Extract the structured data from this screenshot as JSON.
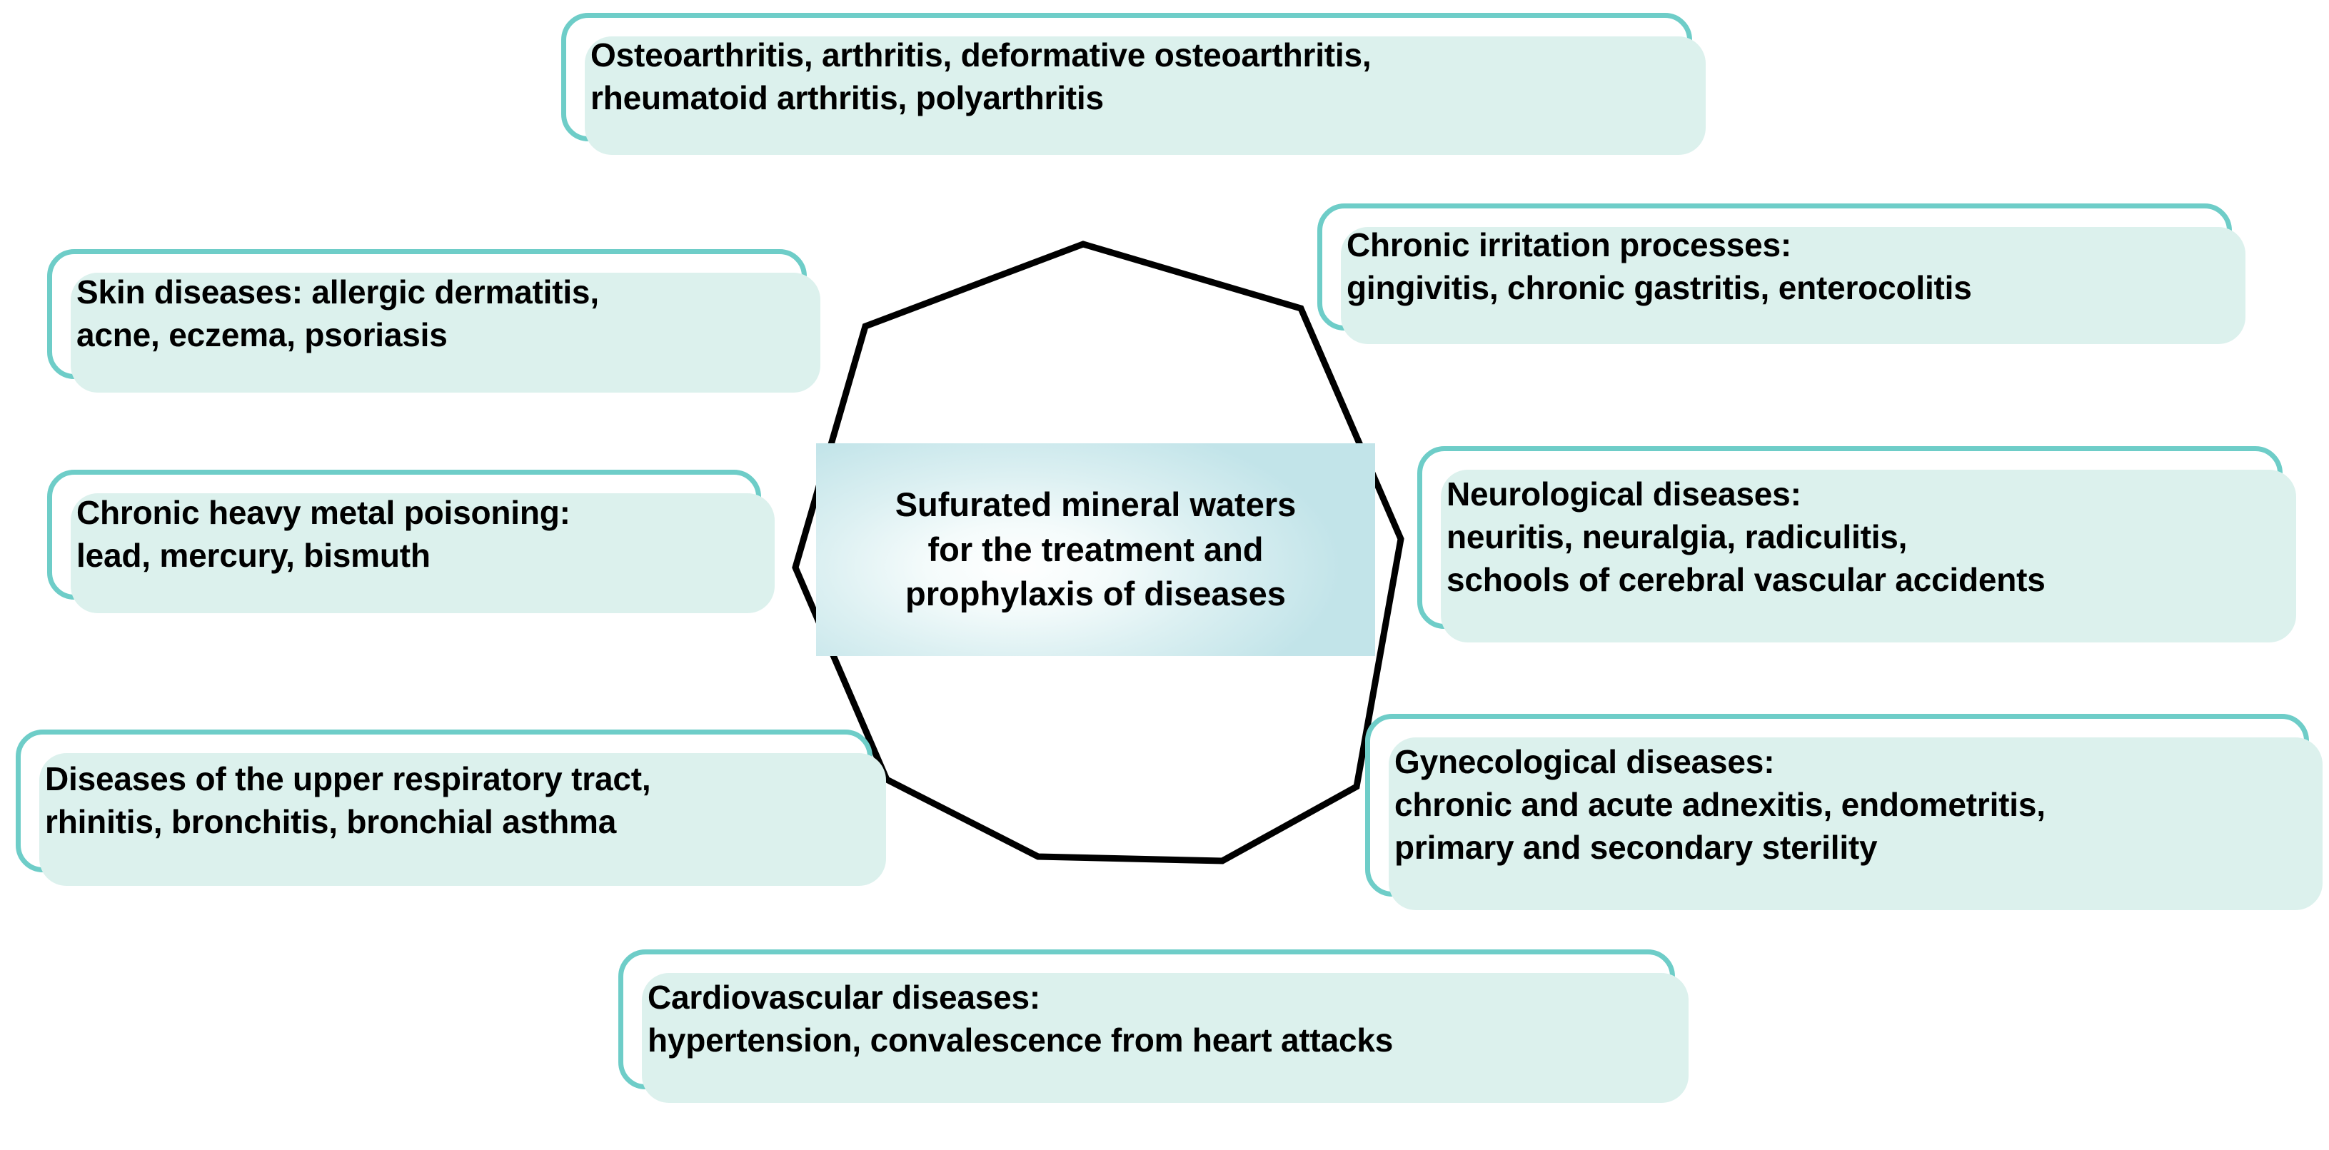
{
  "diagram": {
    "type": "radial-concept-map",
    "center": {
      "name": "center-concept",
      "lines": [
        "Sufurated mineral waters",
        "for the treatment and",
        "prophylaxis of diseases"
      ],
      "shape": "octagon"
    },
    "colors": {
      "border": "#6ecdc8",
      "shadow": "#dcf1ed",
      "center_fill_edge": "#c2e4e9",
      "center_fill_center": "#ffffff",
      "text": "#000000",
      "outline": "#000000",
      "background": "#ffffff"
    },
    "nodes": [
      {
        "id": "osteo",
        "name": "node-osteoarthritis",
        "position": "top",
        "lines": [
          "Osteoarthritis, arthritis, deformative osteoarthritis,",
          "rheumatoid arthritis, polyarthritis"
        ]
      },
      {
        "id": "skin",
        "name": "node-skin-diseases",
        "position": "top-left",
        "lines": [
          "Skin diseases: allergic dermatitis,",
          "acne, eczema, psoriasis"
        ]
      },
      {
        "id": "chronicirr",
        "name": "node-chronic-irritation",
        "position": "top-right",
        "lines": [
          "Chronic irritation processes:",
          "gingivitis, chronic gastritis, enterocolitis"
        ]
      },
      {
        "id": "metal",
        "name": "node-heavy-metal-poisoning",
        "position": "left",
        "lines": [
          "Chronic heavy metal poisoning:",
          "lead, mercury, bismuth"
        ]
      },
      {
        "id": "neuro",
        "name": "node-neurological-diseases",
        "position": "right",
        "lines": [
          "Neurological diseases:",
          "neuritis, neuralgia, radiculitis,",
          "schools of cerebral vascular accidents"
        ]
      },
      {
        "id": "resp",
        "name": "node-respiratory-diseases",
        "position": "bottom-left",
        "lines": [
          "Diseases of the upper respiratory tract,",
          "rhinitis, bronchitis, bronchial asthma"
        ]
      },
      {
        "id": "gyn",
        "name": "node-gynecological-diseases",
        "position": "bottom-right",
        "lines": [
          "Gynecological diseases:",
          "chronic and acute adnexitis, endometritis,",
          "primary and secondary sterility"
        ]
      },
      {
        "id": "cardio",
        "name": "node-cardiovascular-diseases",
        "position": "bottom",
        "lines": [
          "Cardiovascular diseases:",
          "hypertension, convalescence from heart attacks"
        ]
      }
    ]
  }
}
